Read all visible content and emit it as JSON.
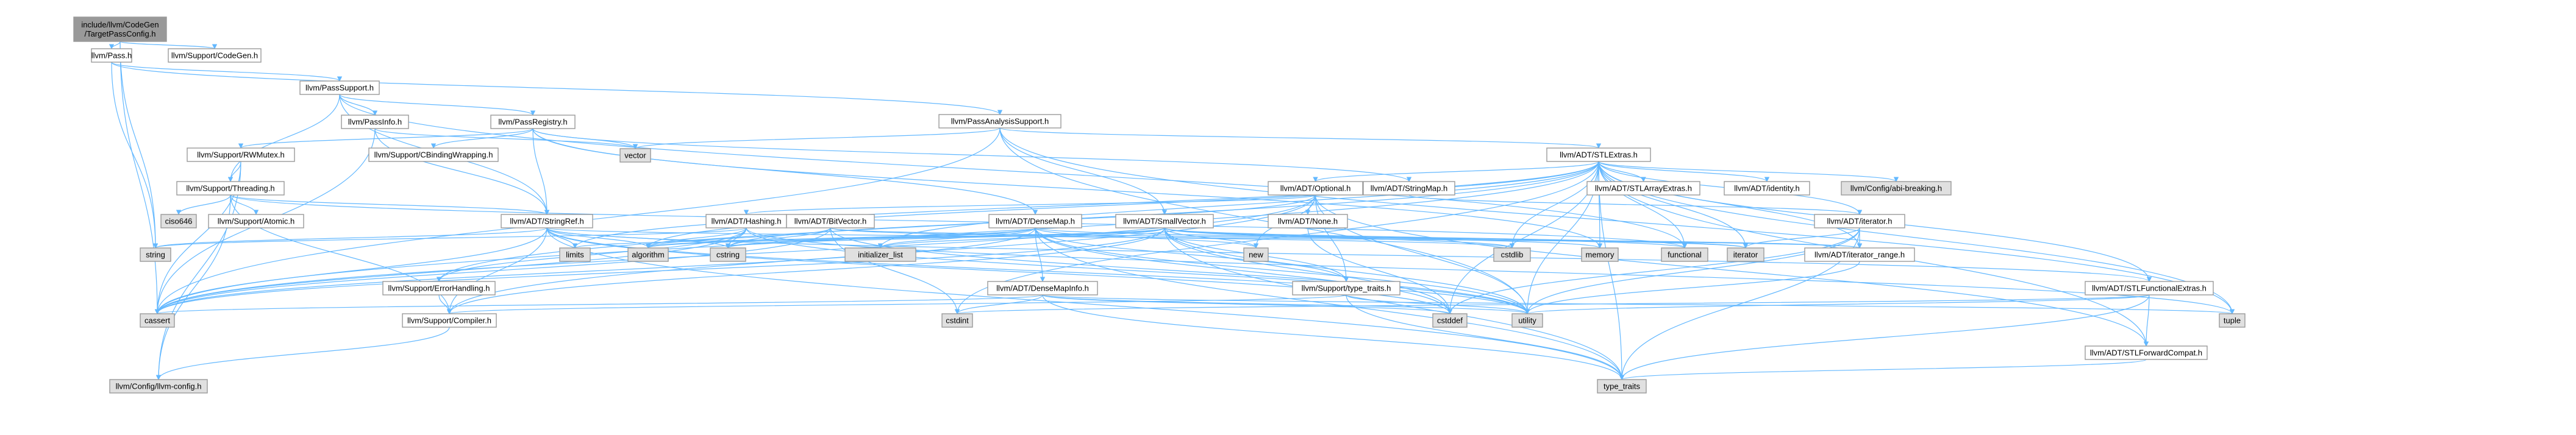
{
  "colors": {
    "edge": "#63b8ff",
    "root_fill": "#999999",
    "normal_fill": "#ffffff",
    "system_fill": "#e0e0e0",
    "truncated_border": "#ff0000",
    "text": "#000000",
    "node_border": "#999999"
  },
  "nodes": [
    {
      "id": "root",
      "lines": [
        "include/llvm/CodeGen",
        "/TargetPassConfig.h"
      ],
      "kind": "root"
    },
    {
      "id": "pass",
      "lines": [
        "llvm/Pass.h"
      ],
      "kind": "normal"
    },
    {
      "id": "support_codegen",
      "lines": [
        "llvm/Support/CodeGen.h"
      ],
      "kind": "normal"
    },
    {
      "id": "passsupport",
      "lines": [
        "llvm/PassSupport.h"
      ],
      "kind": "normal"
    },
    {
      "id": "passanalysissupport",
      "lines": [
        "llvm/PassAnalysisSupport.h"
      ],
      "kind": "normal"
    },
    {
      "id": "passinfo",
      "lines": [
        "llvm/PassInfo.h"
      ],
      "kind": "normal"
    },
    {
      "id": "passregistry",
      "lines": [
        "llvm/PassRegistry.h"
      ],
      "kind": "normal"
    },
    {
      "id": "rwmutex",
      "lines": [
        "llvm/Support/RWMutex.h"
      ],
      "kind": "truncated"
    },
    {
      "id": "cbindingwrapping",
      "lines": [
        "llvm/Support/CBindingWrapping.h"
      ],
      "kind": "truncated"
    },
    {
      "id": "vector",
      "lines": [
        "vector"
      ],
      "kind": "system"
    },
    {
      "id": "stlextras",
      "lines": [
        "llvm/ADT/STLExtras.h"
      ],
      "kind": "normal"
    },
    {
      "id": "threading",
      "lines": [
        "llvm/Support/Threading.h"
      ],
      "kind": "normal"
    },
    {
      "id": "ciso646",
      "lines": [
        "ciso646"
      ],
      "kind": "system"
    },
    {
      "id": "atomic",
      "lines": [
        "llvm/Support/Atomic.h"
      ],
      "kind": "truncated"
    },
    {
      "id": "stringref",
      "lines": [
        "llvm/ADT/StringRef.h"
      ],
      "kind": "normal"
    },
    {
      "id": "optional",
      "lines": [
        "llvm/ADT/Optional.h"
      ],
      "kind": "normal"
    },
    {
      "id": "stringmap",
      "lines": [
        "llvm/ADT/StringMap.h"
      ],
      "kind": "truncated"
    },
    {
      "id": "stlarrayextras",
      "lines": [
        "llvm/ADT/STLArrayExtras.h"
      ],
      "kind": "normal"
    },
    {
      "id": "identity",
      "lines": [
        "llvm/ADT/identity.h"
      ],
      "kind": "normal"
    },
    {
      "id": "abibreaking",
      "lines": [
        "llvm/Config/abi-breaking.h"
      ],
      "kind": "system"
    },
    {
      "id": "densemap",
      "lines": [
        "llvm/ADT/DenseMap.h"
      ],
      "kind": "truncated"
    },
    {
      "id": "hashing",
      "lines": [
        "llvm/ADT/Hashing.h"
      ],
      "kind": "truncated"
    },
    {
      "id": "bitvector",
      "lines": [
        "llvm/ADT/BitVector.h"
      ],
      "kind": "truncated"
    },
    {
      "id": "smallvector",
      "lines": [
        "llvm/ADT/SmallVector.h"
      ],
      "kind": "normal"
    },
    {
      "id": "none",
      "lines": [
        "llvm/ADT/None.h"
      ],
      "kind": "normal"
    },
    {
      "id": "iteratorh",
      "lines": [
        "llvm/ADT/iterator.h"
      ],
      "kind": "normal"
    },
    {
      "id": "string",
      "lines": [
        "string"
      ],
      "kind": "system"
    },
    {
      "id": "limits",
      "lines": [
        "limits"
      ],
      "kind": "system"
    },
    {
      "id": "algorithm",
      "lines": [
        "algorithm"
      ],
      "kind": "system"
    },
    {
      "id": "cstring",
      "lines": [
        "cstring"
      ],
      "kind": "system"
    },
    {
      "id": "initializer_list",
      "lines": [
        "initializer_list"
      ],
      "kind": "system"
    },
    {
      "id": "new",
      "lines": [
        "new"
      ],
      "kind": "system"
    },
    {
      "id": "cstdlib",
      "lines": [
        "cstdlib"
      ],
      "kind": "system"
    },
    {
      "id": "memory",
      "lines": [
        "memory"
      ],
      "kind": "system"
    },
    {
      "id": "functional",
      "lines": [
        "functional"
      ],
      "kind": "system"
    },
    {
      "id": "iterator",
      "lines": [
        "iterator"
      ],
      "kind": "system"
    },
    {
      "id": "iterator_range",
      "lines": [
        "llvm/ADT/iterator_range.h"
      ],
      "kind": "normal"
    },
    {
      "id": "errorhandling",
      "lines": [
        "llvm/Support/ErrorHandling.h"
      ],
      "kind": "normal"
    },
    {
      "id": "densemapinfo",
      "lines": [
        "llvm/ADT/DenseMapInfo.h"
      ],
      "kind": "normal"
    },
    {
      "id": "typetraits_llvm",
      "lines": [
        "llvm/Support/type_traits.h"
      ],
      "kind": "normal"
    },
    {
      "id": "stlfunctionalextras",
      "lines": [
        "llvm/ADT/STLFunctionalExtras.h"
      ],
      "kind": "normal"
    },
    {
      "id": "cassert",
      "lines": [
        "cassert"
      ],
      "kind": "system"
    },
    {
      "id": "compiler",
      "lines": [
        "llvm/Support/Compiler.h"
      ],
      "kind": "truncated"
    },
    {
      "id": "cstdint",
      "lines": [
        "cstdint"
      ],
      "kind": "system"
    },
    {
      "id": "cstddef",
      "lines": [
        "cstddef"
      ],
      "kind": "system"
    },
    {
      "id": "utility",
      "lines": [
        "utility"
      ],
      "kind": "system"
    },
    {
      "id": "tuple",
      "lines": [
        "tuple"
      ],
      "kind": "system"
    },
    {
      "id": "stlforwardcompat",
      "lines": [
        "llvm/ADT/STLForwardCompat.h"
      ],
      "kind": "normal"
    },
    {
      "id": "llvmconfig",
      "lines": [
        "llvm/Config/llvm-config.h"
      ],
      "kind": "system"
    },
    {
      "id": "type_traits",
      "lines": [
        "type_traits"
      ],
      "kind": "system"
    }
  ],
  "edges": [
    [
      "root",
      "pass"
    ],
    [
      "root",
      "support_codegen"
    ],
    [
      "root",
      "string"
    ],
    [
      "root",
      "cassert"
    ],
    [
      "pass",
      "passsupport"
    ],
    [
      "pass",
      "passanalysissupport"
    ],
    [
      "pass",
      "string"
    ],
    [
      "passsupport",
      "passinfo"
    ],
    [
      "passsupport",
      "passregistry"
    ],
    [
      "passsupport",
      "threading"
    ],
    [
      "passsupport",
      "stringref"
    ],
    [
      "passsupport",
      "functional"
    ],
    [
      "passinfo",
      "stringref"
    ],
    [
      "passinfo",
      "cassert"
    ],
    [
      "passinfo",
      "vector"
    ],
    [
      "passregistry",
      "cbindingwrapping"
    ],
    [
      "passregistry",
      "rwmutex"
    ],
    [
      "passregistry",
      "densemap"
    ],
    [
      "passregistry",
      "stringmap"
    ],
    [
      "passregistry",
      "stringref"
    ],
    [
      "passregistry",
      "memory"
    ],
    [
      "passregistry",
      "vector"
    ],
    [
      "passanalysissupport",
      "stlextras"
    ],
    [
      "passanalysissupport",
      "smallvector"
    ],
    [
      "passanalysissupport",
      "cassert"
    ],
    [
      "passanalysissupport",
      "tuple"
    ],
    [
      "passanalysissupport",
      "utility"
    ],
    [
      "passanalysissupport",
      "vector"
    ],
    [
      "rwmutex",
      "threading"
    ],
    [
      "rwmutex",
      "llvmconfig"
    ],
    [
      "rwmutex",
      "cassert"
    ],
    [
      "threading",
      "ciso646"
    ],
    [
      "threading",
      "atomic"
    ],
    [
      "threading",
      "stringref"
    ],
    [
      "threading",
      "compiler"
    ],
    [
      "threading",
      "llvmconfig"
    ],
    [
      "threading",
      "functional"
    ],
    [
      "stringref",
      "stlfunctionalextras"
    ],
    [
      "stringref",
      "iterator_range"
    ],
    [
      "stringref",
      "compiler"
    ],
    [
      "stringref",
      "algorithm"
    ],
    [
      "stringref",
      "cassert"
    ],
    [
      "stringref",
      "cstddef"
    ],
    [
      "stringref",
      "cstring"
    ],
    [
      "stringref",
      "limits"
    ],
    [
      "stringref",
      "string"
    ],
    [
      "stringref",
      "type_traits"
    ],
    [
      "stringref",
      "utility"
    ],
    [
      "stlextras",
      "optional"
    ],
    [
      "stlextras",
      "stlarrayextras"
    ],
    [
      "stlextras",
      "stlforwardcompat"
    ],
    [
      "stlextras",
      "stlfunctionalextras"
    ],
    [
      "stlextras",
      "identity"
    ],
    [
      "stlextras",
      "iteratorh"
    ],
    [
      "stlextras",
      "iterator_range"
    ],
    [
      "stlextras",
      "abibreaking"
    ],
    [
      "stlextras",
      "errorhandling"
    ],
    [
      "stlextras",
      "algorithm"
    ],
    [
      "stlextras",
      "cassert"
    ],
    [
      "stlextras",
      "cstddef"
    ],
    [
      "stlextras",
      "cstdint"
    ],
    [
      "stlextras",
      "cstdlib"
    ],
    [
      "stlextras",
      "functional"
    ],
    [
      "stlextras",
      "initializer_list"
    ],
    [
      "stlextras",
      "iterator"
    ],
    [
      "stlextras",
      "limits"
    ],
    [
      "stlextras",
      "memory"
    ],
    [
      "stlextras",
      "tuple"
    ],
    [
      "stlextras",
      "type_traits"
    ],
    [
      "stlextras",
      "utility"
    ],
    [
      "optional",
      "hashing"
    ],
    [
      "optional",
      "none"
    ],
    [
      "optional",
      "stlforwardcompat"
    ],
    [
      "optional",
      "compiler"
    ],
    [
      "optional",
      "typetraits_llvm"
    ],
    [
      "optional",
      "cassert"
    ],
    [
      "optional",
      "cstring"
    ],
    [
      "optional",
      "new"
    ],
    [
      "optional",
      "utility"
    ],
    [
      "stringmap",
      "iteratorh"
    ],
    [
      "densemap",
      "densemapinfo"
    ],
    [
      "densemap",
      "epoch"
    ],
    [
      "densemap",
      "typetraits_llvm"
    ],
    [
      "densemap",
      "algorithm"
    ],
    [
      "densemap",
      "cassert"
    ],
    [
      "densemap",
      "cstddef"
    ],
    [
      "densemap",
      "cstring"
    ],
    [
      "densemap",
      "initializer_list"
    ],
    [
      "densemap",
      "iterator"
    ],
    [
      "densemap",
      "new"
    ],
    [
      "densemap",
      "type_traits"
    ],
    [
      "densemap",
      "utility"
    ],
    [
      "bitvector",
      "iterator_range"
    ],
    [
      "bitvector",
      "algorithm"
    ],
    [
      "bitvector",
      "cassert"
    ],
    [
      "bitvector",
      "climits"
    ],
    [
      "bitvector",
      "cstdint"
    ],
    [
      "bitvector",
      "cstdlib"
    ],
    [
      "bitvector",
      "cstring"
    ],
    [
      "bitvector",
      "utility"
    ],
    [
      "smallvector",
      "compiler"
    ],
    [
      "smallvector",
      "typetraits_llvm"
    ],
    [
      "smallvector",
      "algorithm"
    ],
    [
      "smallvector",
      "cassert"
    ],
    [
      "smallvector",
      "cstddef"
    ],
    [
      "smallvector",
      "cstdlib"
    ],
    [
      "smallvector",
      "cstring"
    ],
    [
      "smallvector",
      "functional"
    ],
    [
      "smallvector",
      "initializer_list"
    ],
    [
      "smallvector",
      "iterator"
    ],
    [
      "smallvector",
      "limits"
    ],
    [
      "smallvector",
      "memory"
    ],
    [
      "smallvector",
      "new"
    ],
    [
      "smallvector",
      "type_traits"
    ],
    [
      "smallvector",
      "utility"
    ],
    [
      "hashing",
      "errorhandling"
    ],
    [
      "hashing",
      "algorithm"
    ],
    [
      "hashing",
      "cassert"
    ],
    [
      "hashing",
      "cstring"
    ],
    [
      "hashing",
      "string"
    ],
    [
      "hashing",
      "tuple"
    ],
    [
      "hashing",
      "utility"
    ],
    [
      "iteratorh",
      "iterator_range"
    ],
    [
      "iteratorh",
      "cstddef"
    ],
    [
      "iteratorh",
      "iterator"
    ],
    [
      "iteratorh",
      "type_traits"
    ],
    [
      "iteratorh",
      "utility"
    ],
    [
      "iterator_range",
      "utility"
    ],
    [
      "errorhandling",
      "compiler"
    ],
    [
      "densemapinfo",
      "cassert"
    ],
    [
      "densemapinfo",
      "cstddef"
    ],
    [
      "densemapinfo",
      "cstdint"
    ],
    [
      "densemapinfo",
      "tuple"
    ],
    [
      "densemapinfo",
      "type_traits"
    ],
    [
      "densemapinfo",
      "utility"
    ],
    [
      "typetraits_llvm",
      "compiler"
    ],
    [
      "typetraits_llvm",
      "type_traits"
    ],
    [
      "typetraits_llvm",
      "utility"
    ],
    [
      "stlfunctionalextras",
      "stlforwardcompat"
    ],
    [
      "stlfunctionalextras",
      "cstdint"
    ],
    [
      "stlfunctionalextras",
      "type_traits"
    ],
    [
      "stlfunctionalextras",
      "utility"
    ],
    [
      "compiler",
      "llvmconfig"
    ],
    [
      "stlforwardcompat",
      "type_traits"
    ],
    [
      "none",
      "cstddef"
    ]
  ]
}
